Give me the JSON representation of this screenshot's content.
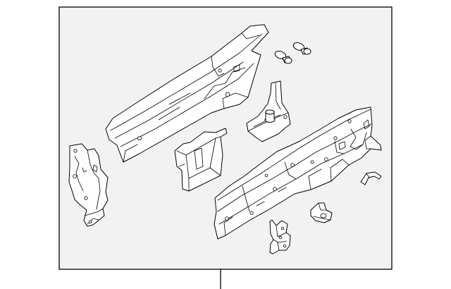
{
  "diagram": {
    "type": "exploded parts illustration",
    "background": "#f2f2f2",
    "line_color": "#000000",
    "parts": [
      "upper-rail",
      "mounting-bolt-left",
      "mounting-bolt-right",
      "rail-extension-bracket",
      "side-bracket",
      "center-reinforcement",
      "lower-rail",
      "small-clip",
      "small-bracket",
      "vertical-support-bracket"
    ],
    "labels": []
  }
}
